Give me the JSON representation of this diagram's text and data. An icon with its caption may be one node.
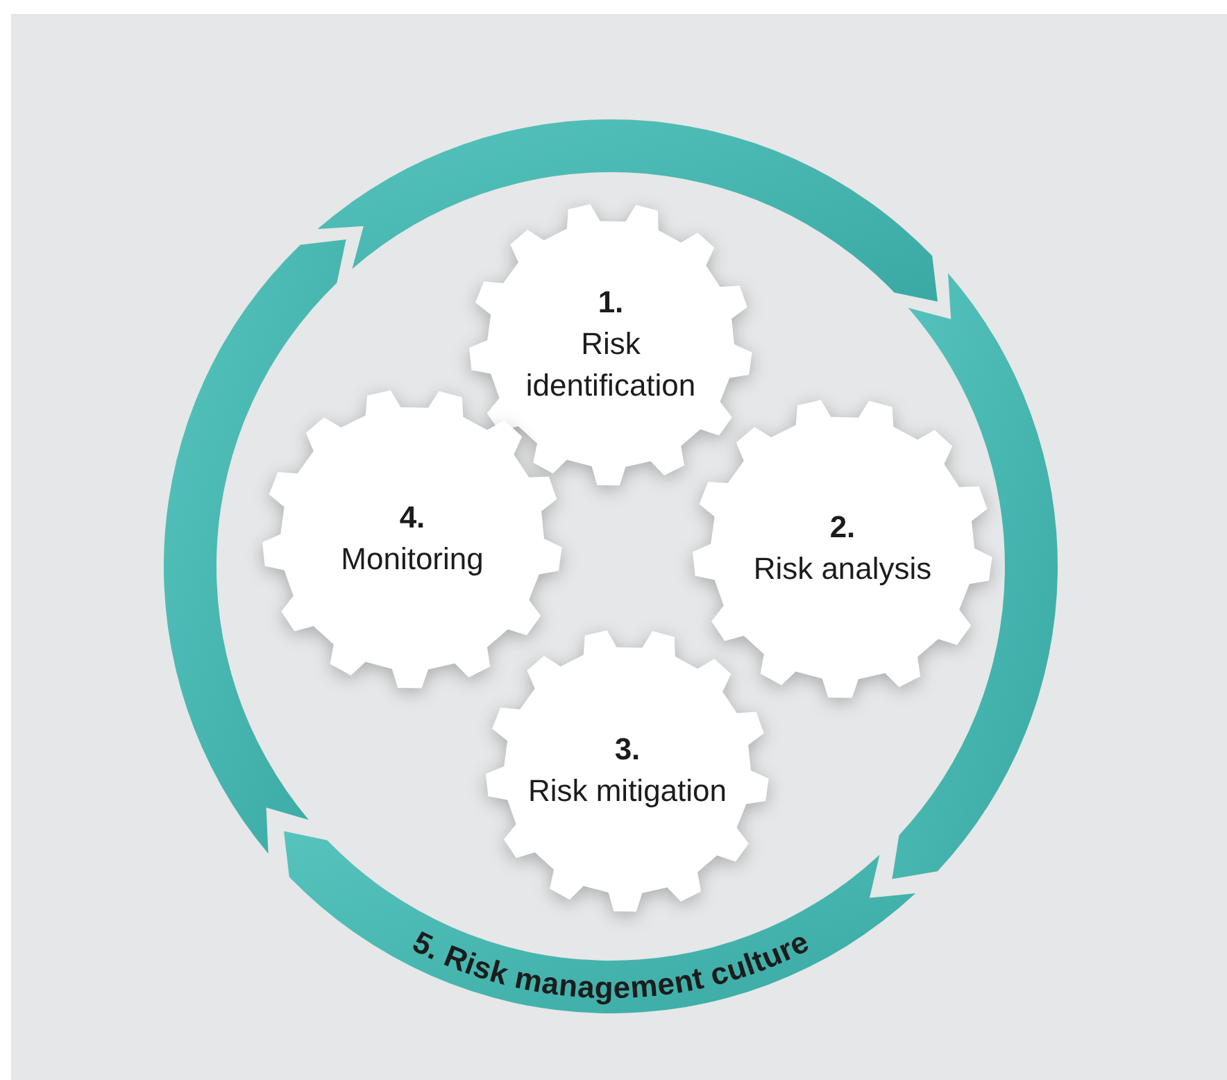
{
  "diagram": {
    "nodes": [
      {
        "text": [
          "5. Risk management culture"
        ]
      },
      {
        "text": [
          "1.",
          "Risk identification"
        ],
        "in": 0
      },
      {
        "text": [
          "2.",
          "Risk analysis"
        ],
        "in": 0
      },
      {
        "text": [
          "3.",
          "Risk mitigation"
        ],
        "in": 0
      },
      {
        "text": [
          "4.",
          "Monitoring"
        ],
        "in": 0
      }
    ]
  }
}
